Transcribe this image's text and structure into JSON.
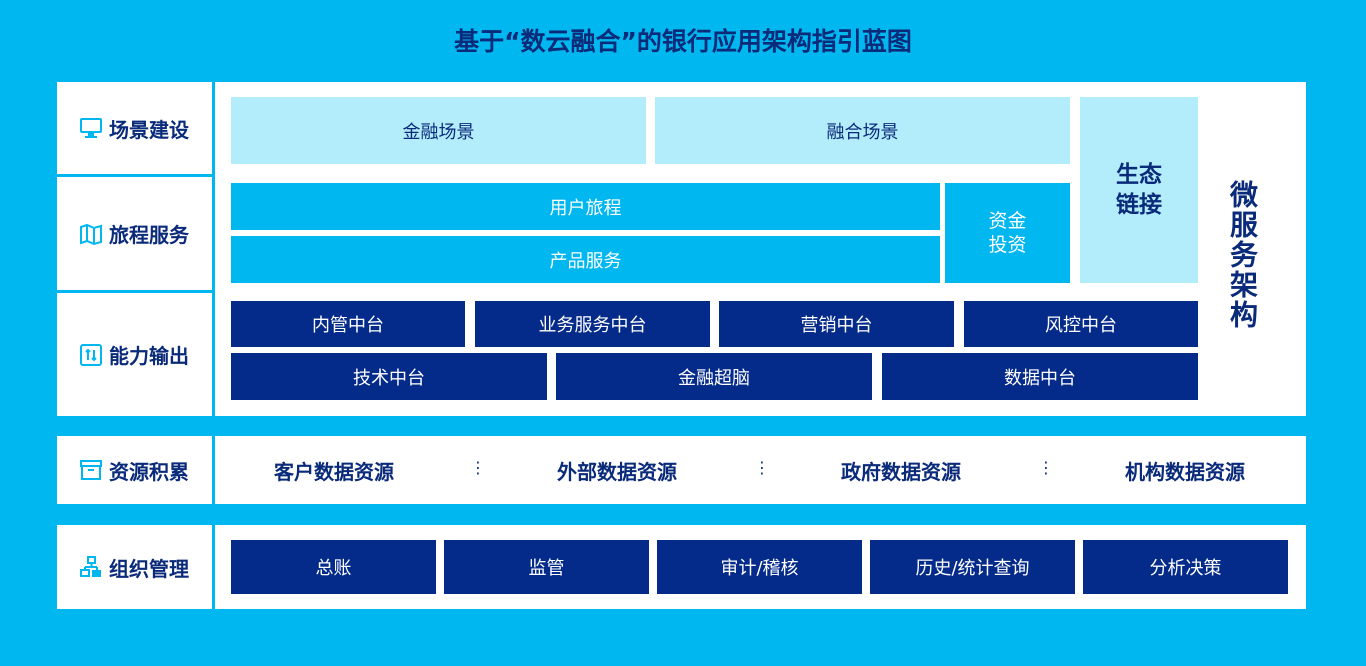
{
  "title": "基于“数云融合”的银行应用架构指引蓝图",
  "rows": {
    "scene": "场景建设",
    "journey": "旅程服务",
    "capability": "能力输出",
    "resource": "资源积累",
    "org": "组织管理"
  },
  "scene_blocks": [
    "金融场景",
    "融合场景"
  ],
  "journey_blocks": {
    "user": "用户旅程",
    "product": "产品服务",
    "fund": "资金\n投资"
  },
  "ecosystem": "生态\n链接",
  "microservice": "微服务架构",
  "capability_row1": [
    "内管中台",
    "业务服务中台",
    "营销中台",
    "风控中台"
  ],
  "capability_row2": [
    "技术中台",
    "金融超脑",
    "数据中台"
  ],
  "resources": [
    "客户数据资源",
    "外部数据资源",
    "政府数据资源",
    "机构数据资源"
  ],
  "org_blocks": [
    "总账",
    "监管",
    "审计/稽核",
    "历史/统计查询",
    "分析决策"
  ],
  "colors": {
    "background": "#00b7f0",
    "dark": "#052b8a",
    "light": "#b3ecfb",
    "text": "#0a2a7a"
  }
}
